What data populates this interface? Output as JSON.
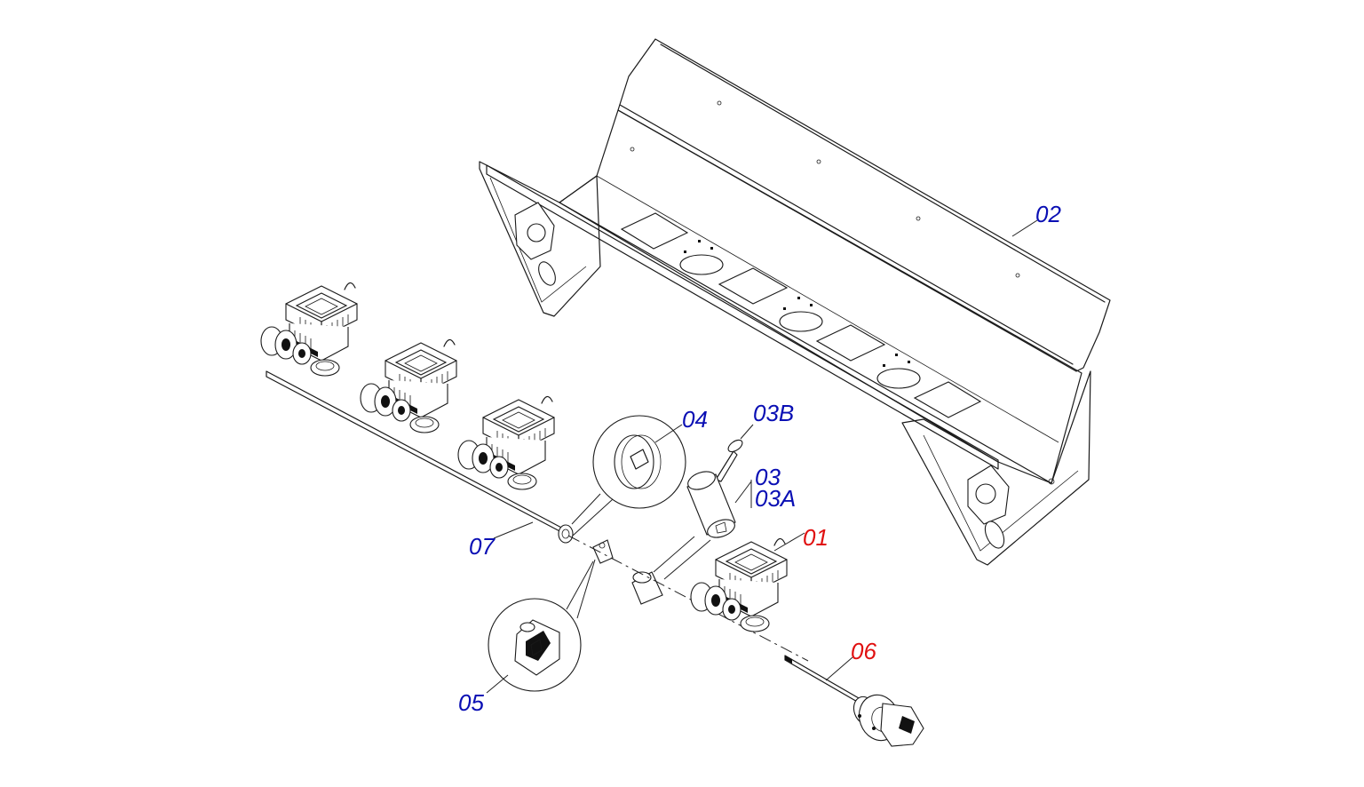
{
  "diagram": {
    "callouts": [
      {
        "id": "02",
        "color": "#0a0fb4"
      },
      {
        "id": "04",
        "color": "#0a0fb4"
      },
      {
        "id": "03B",
        "color": "#0a0fb4"
      },
      {
        "id": "03",
        "color": "#0a0fb4"
      },
      {
        "id": "03A",
        "color": "#0a0fb4"
      },
      {
        "id": "01",
        "color": "#e01010"
      },
      {
        "id": "07",
        "color": "#0a0fb4"
      },
      {
        "id": "06",
        "color": "#e01010"
      },
      {
        "id": "05",
        "color": "#0a0fb4"
      }
    ]
  }
}
